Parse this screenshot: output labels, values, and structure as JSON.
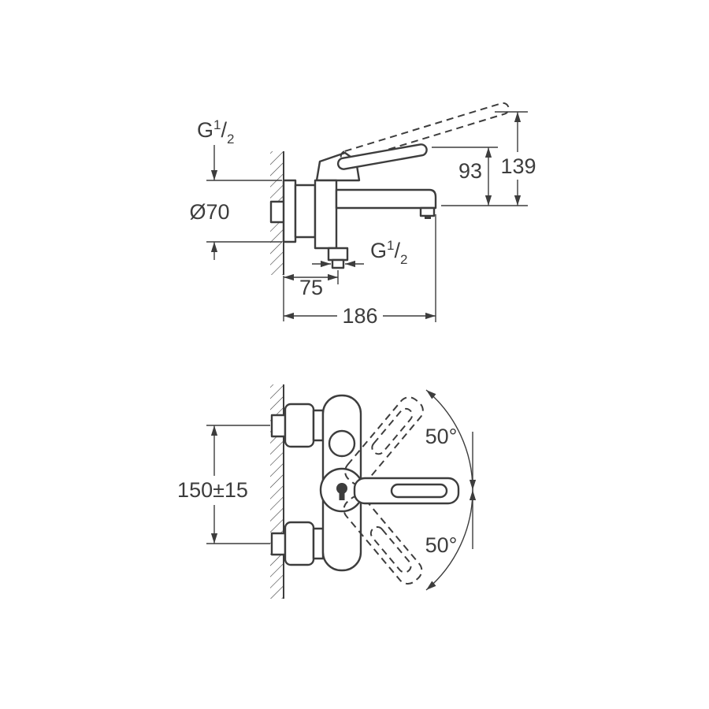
{
  "drawing": {
    "type": "technical-dimension-drawing",
    "subject": "wall-mounted single-lever bath mixer, side and front views",
    "background": "#ffffff",
    "ink": "#3d3d3d",
    "side_view": {
      "dims": {
        "wall_thread": {
          "g": "G",
          "num": "1",
          "slash": "/",
          "den": "2"
        },
        "escutcheon_diameter": "Ø70",
        "lever_height": "93",
        "overall_height": "139",
        "outlet_offset": "75",
        "overall_depth": "186",
        "outlet_thread": {
          "g": "G",
          "num": "1",
          "slash": "/",
          "den": "2"
        }
      }
    },
    "front_view": {
      "dims": {
        "inlet_distance": "150±15",
        "swing_up": "50°",
        "swing_down": "50°"
      }
    }
  }
}
